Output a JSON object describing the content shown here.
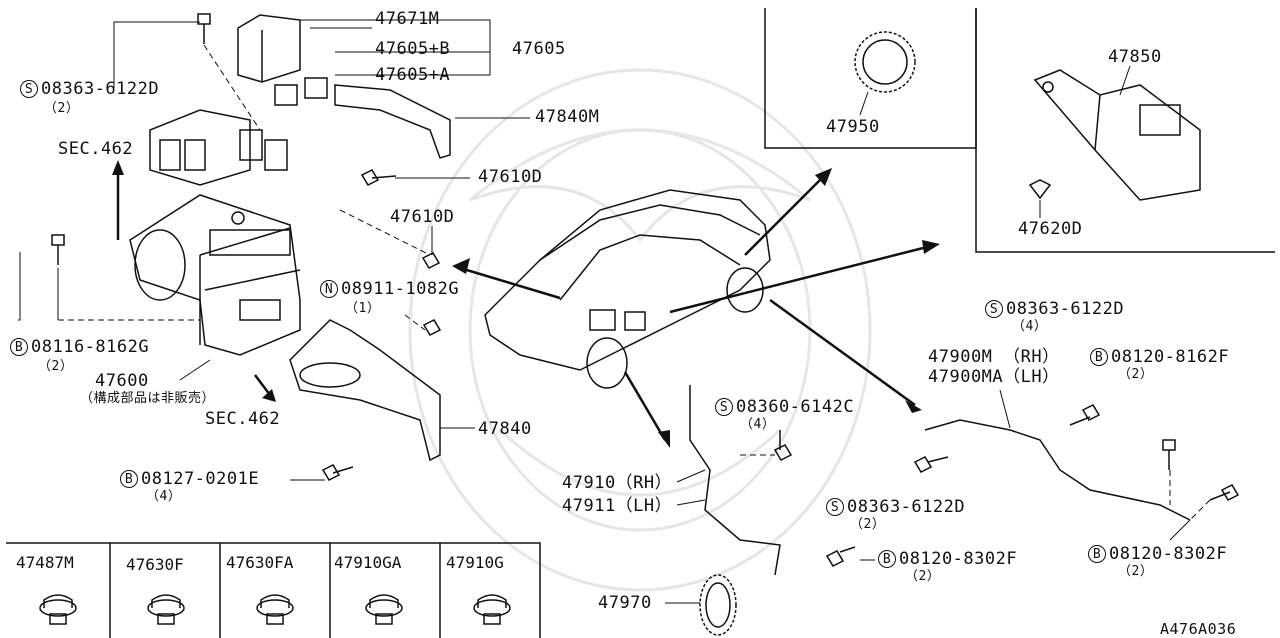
{
  "figure_id": "A476A036",
  "colors": {
    "ink": "#111111",
    "watermark": "#e6e6e6"
  },
  "labels": {
    "p47671M": "47671M",
    "p47605B": "47605+B",
    "p47605": "47605",
    "p47605A": "47605+A",
    "p47840M": "47840M",
    "p47610D_a": "47610D",
    "p47610D_b": "47610D",
    "p47600": "47600",
    "p47600_note": "（構成部品は非販売）",
    "p47840": "47840",
    "sec462_a": "SEC.462",
    "sec462_b": "SEC.462",
    "p47950": "47950",
    "p47850": "47850",
    "p47620D": "47620D",
    "p47900M": "47900M （RH）",
    "p47900MA": "47900MA（LH）",
    "p47910": "47910（RH）",
    "p47911": "47911（LH）",
    "p47970": "47970"
  },
  "bolts": {
    "b1": {
      "prefix": "S",
      "code": "08363-6122D",
      "qty": "（2）"
    },
    "b2": {
      "prefix": "B",
      "code": "08116-8162G",
      "qty": "（2）"
    },
    "b3": {
      "prefix": "N",
      "code": "08911-1082G",
      "qty": "（1）"
    },
    "b4": {
      "prefix": "B",
      "code": "08127-0201E",
      "qty": "（4）"
    },
    "b5": {
      "prefix": "S",
      "code": "08360-6142C",
      "qty": "（4）"
    },
    "b6": {
      "prefix": "S",
      "code": "08363-6122D",
      "qty": "（4）"
    },
    "b7": {
      "prefix": "B",
      "code": "08120-8162F",
      "qty": "（2）"
    },
    "b8": {
      "prefix": "S",
      "code": "08363-6122D",
      "qty": "（2）"
    },
    "b9": {
      "prefix": "B",
      "code": "08120-8302F",
      "qty": "（2）"
    },
    "b10": {
      "prefix": "B",
      "code": "08120-8302F",
      "qty": "（2）"
    }
  },
  "grommet_table": [
    "47487M",
    "47630F",
    "47630FA",
    "47910GA",
    "47910G"
  ]
}
